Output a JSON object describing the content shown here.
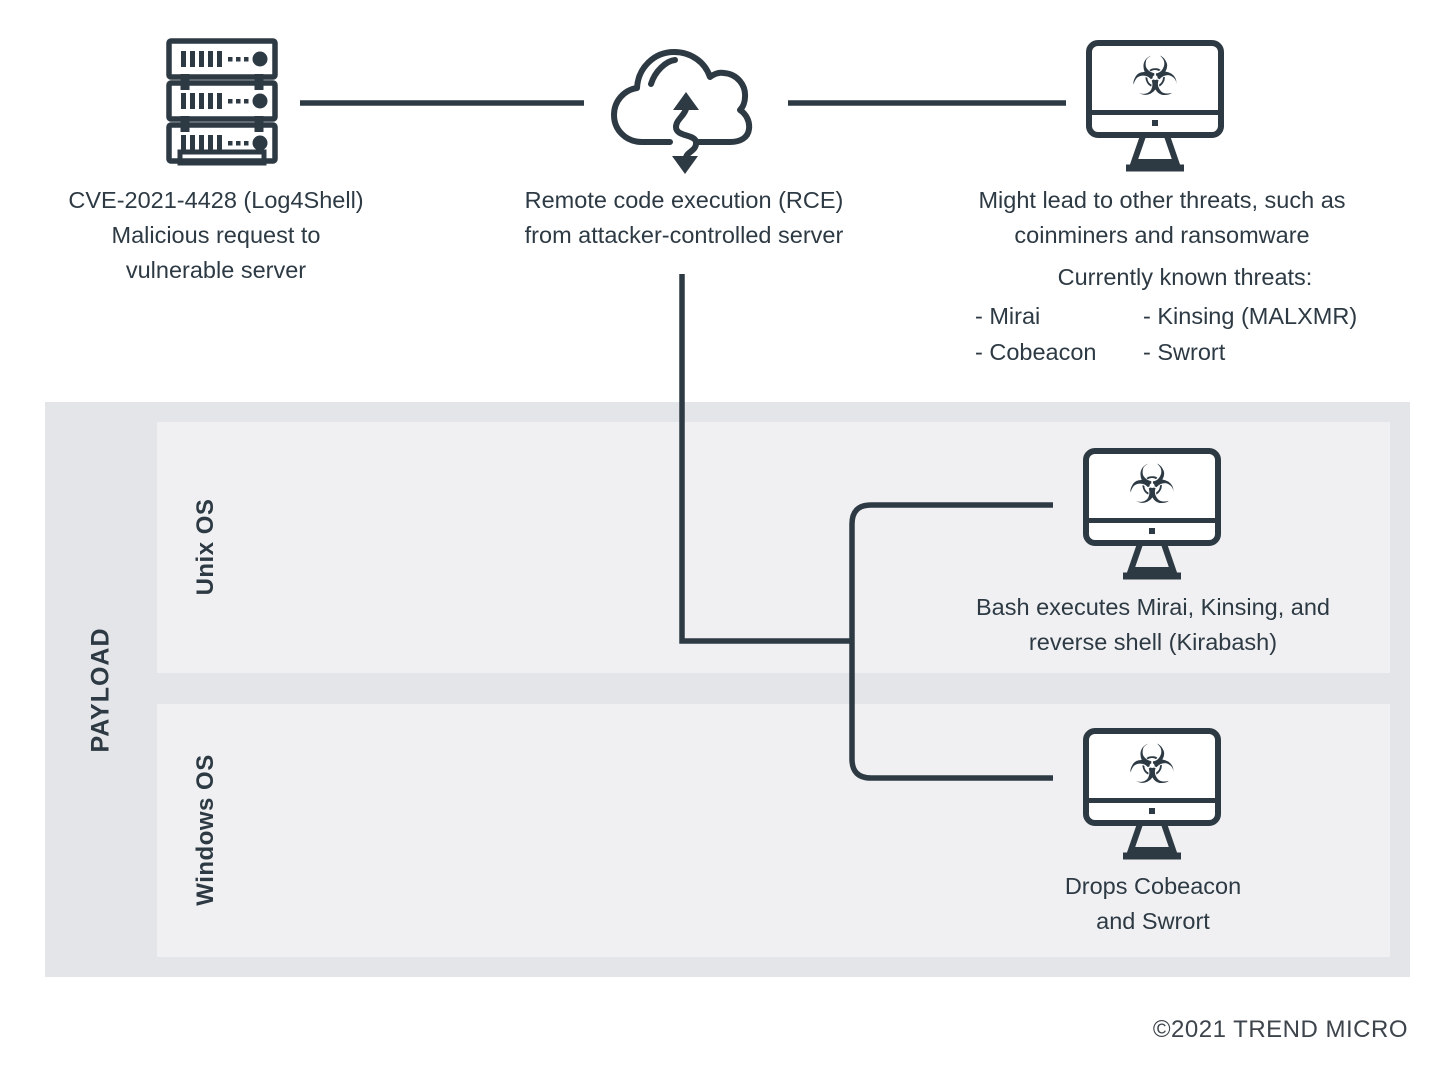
{
  "colors": {
    "ink": "#2d3a44",
    "payload_outer_bg": "#e4e5e8",
    "os_panel_bg": "#f0f0f2",
    "background": "#ffffff",
    "copyright_text": "#3d444c"
  },
  "top_row": {
    "server": {
      "icon": "server-stack-icon",
      "label_lines": [
        "CVE-2021-4428 (Log4Shell)",
        "Malicious request to",
        "vulnerable server"
      ]
    },
    "cloud": {
      "icon": "cloud-exchange-icon",
      "label_lines": [
        "Remote code execution (RCE)",
        "from attacker-controlled server"
      ]
    },
    "threat": {
      "icon": "infected-monitor-icon",
      "label_lines": [
        "Might lead to other threats, such as",
        "coinminers and ransomware"
      ]
    }
  },
  "threats": {
    "title": "Currently known threats:",
    "column1": [
      "- Mirai",
      "- Cobeacon"
    ],
    "column2": [
      "- Kinsing (MALXMR)",
      "- Swrort"
    ]
  },
  "payload": {
    "label": "PAYLOAD",
    "rows": [
      {
        "os_label": "Unix OS",
        "caption_lines": [
          "Bash executes Mirai, Kinsing, and",
          "reverse shell (Kirabash)"
        ]
      },
      {
        "os_label": "Windows OS",
        "caption_lines": [
          "Drops Cobeacon",
          "and Swrort"
        ]
      }
    ]
  },
  "footer": {
    "copyright": "©2021 TREND MICRO"
  },
  "icons": {
    "biohazard_glyph": "☣"
  }
}
